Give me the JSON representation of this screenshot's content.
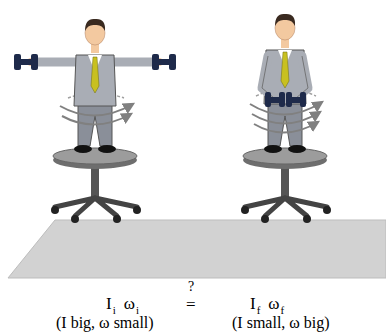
{
  "diagram": {
    "labels": [
      "?",
      "I",
      "i",
      "ω",
      "i",
      "=",
      "I",
      "f",
      "ω",
      "f",
      "(I big, ω small)",
      "(I small, ω big)"
    ]
  }
}
